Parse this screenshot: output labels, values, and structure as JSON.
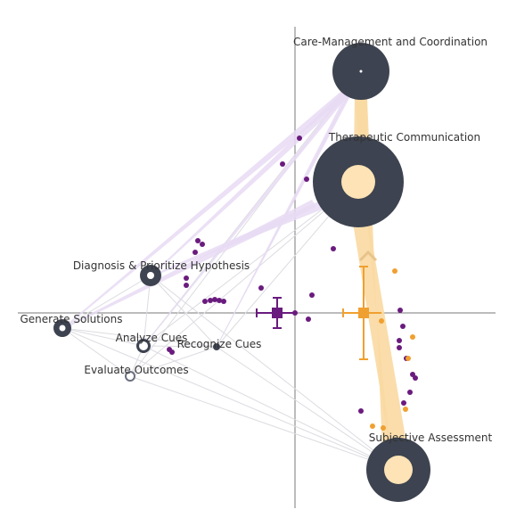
{
  "nodes": [
    {
      "label": "Care-Management and Coordination",
      "size": "large",
      "ring": "#3d4350",
      "fill": "#3d4350",
      "center": "#ffffff"
    },
    {
      "label": "Therapeutic Communication",
      "size": "xlarge",
      "ring": "#3d4350",
      "fill": "#fde3b5",
      "center": "#fde3b5"
    },
    {
      "label": "Diagnosis & Prioritize Hypothesis",
      "size": "small",
      "ring": "#3d4350",
      "fill": "#ffffff"
    },
    {
      "label": "Generate Solutions",
      "size": "small",
      "ring": "#3d4350",
      "fill": "#ffffff"
    },
    {
      "label": "Analyze Cues",
      "size": "tiny",
      "ring": "#3d4350",
      "fill": "#ffffff"
    },
    {
      "label": "Recognize Cues",
      "size": "dot",
      "ring": "#3d4350",
      "fill": "#3d4350"
    },
    {
      "label": "Evaluate Outcomes",
      "size": "tiny",
      "ring": "#6b7080",
      "fill": "#ffffff"
    },
    {
      "label": "Subjective Assessment",
      "size": "large",
      "ring": "#3d4350",
      "fill": "#fde3b5"
    }
  ],
  "groups": [
    {
      "color": "#6a1b7e",
      "mean_marker": "square"
    },
    {
      "color": "#f0a030",
      "mean_marker": "square"
    }
  ],
  "colors": {
    "axis": "#7a7a7a",
    "edge_light": "#d8d8dd",
    "edge_purple": "#e6d6f0",
    "edge_orange": "#f9d9a3"
  }
}
